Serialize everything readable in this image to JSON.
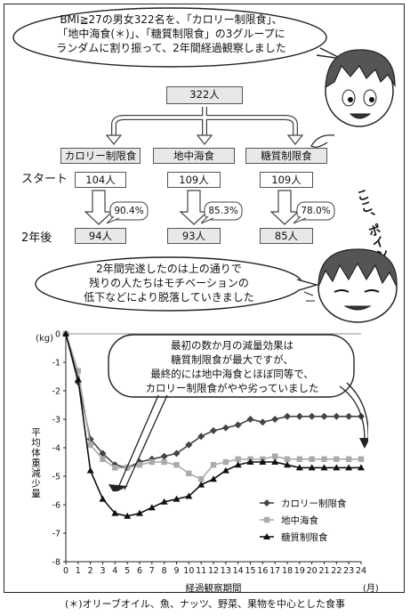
{
  "intro": {
    "lines": [
      "BMI≧27の男女322名を、「カロリー制限食」、",
      "「地中海食(＊)」、「糖質制限食」の3グループに",
      "ランダムに割り振って、2年間経過観察しました"
    ]
  },
  "flow": {
    "total": "322人",
    "start_label": "スタート",
    "after_label": "2年後",
    "groups": [
      {
        "name": "カロリー制限食",
        "start": "104人",
        "pct": "90.4%",
        "end": "94人"
      },
      {
        "name": "地中海食",
        "start": "109人",
        "pct": "85.3%",
        "end": "93人"
      },
      {
        "name": "糖質制限食",
        "start": "109人",
        "pct": "78.0%",
        "end": "85人"
      }
    ]
  },
  "point_label": "ここ、ポイント",
  "dropout": {
    "lines": [
      "2年間完遂したのは上の通りで",
      "残りの人たちはモチベーションの",
      "低下などにより脱落していきました"
    ]
  },
  "callout": {
    "lines": [
      "最初の数か月の減量効果は",
      "糖質制限食が最大ですが、",
      "最終的には地中海食とほぼ同等で、",
      "カロリー制限食がやや劣っていました"
    ]
  },
  "footnote": "(＊)オリーブオイル、魚、ナッツ、野菜、果物を中心とした食事",
  "colors": {
    "calorie": "#444444",
    "med": "#aaaaaa",
    "carb": "#111111",
    "box": "#e8e8e8"
  },
  "chart_data": {
    "type": "line",
    "unit_label": "(kg)",
    "ylabel": "平均体重減少量",
    "xlabel": "経過観察期間",
    "x_unit": "(月)",
    "x": [
      0,
      1,
      2,
      3,
      4,
      5,
      6,
      7,
      8,
      9,
      10,
      11,
      12,
      13,
      14,
      15,
      16,
      17,
      18,
      19,
      20,
      21,
      22,
      23,
      24
    ],
    "ylim": [
      -8,
      0
    ],
    "yticks": [
      0,
      -1,
      -2,
      -3,
      -4,
      -5,
      -6,
      -7,
      -8
    ],
    "series": [
      {
        "name": "カロリー制限食",
        "marker": "diamond",
        "values": [
          0,
          -1.7,
          -3.7,
          -4.2,
          -4.6,
          -4.7,
          -4.5,
          -4.4,
          -4.3,
          -4.2,
          -3.9,
          -3.6,
          -3.4,
          -3.3,
          -3.2,
          -3.0,
          -3.1,
          -3.0,
          -2.9,
          -2.9,
          -2.9,
          -2.9,
          -2.9,
          -2.9,
          -2.9
        ]
      },
      {
        "name": "地中海食",
        "marker": "square",
        "values": [
          0,
          -1.3,
          -3.9,
          -4.4,
          -4.7,
          -4.7,
          -4.6,
          -4.5,
          -4.5,
          -4.6,
          -4.9,
          -5.1,
          -4.6,
          -4.5,
          -4.4,
          -4.4,
          -4.4,
          -4.3,
          -4.4,
          -4.4,
          -4.4,
          -4.4,
          -4.4,
          -4.4,
          -4.4
        ]
      },
      {
        "name": "糖質制限食",
        "marker": "triangle",
        "values": [
          0,
          -1.6,
          -4.8,
          -5.8,
          -6.3,
          -6.4,
          -6.3,
          -6.1,
          -5.9,
          -5.8,
          -5.7,
          -5.3,
          -5.1,
          -4.8,
          -4.6,
          -4.5,
          -4.5,
          -4.5,
          -4.6,
          -4.7,
          -4.7,
          -4.7,
          -4.7,
          -4.7,
          -4.7
        ]
      }
    ]
  }
}
